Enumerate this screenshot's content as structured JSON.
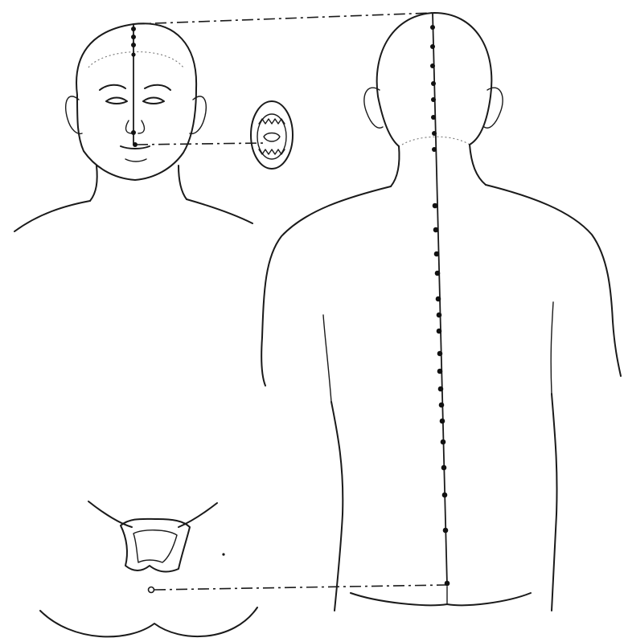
{
  "figure": {
    "subject": "",
    "views": [
      "front-head",
      "open-mouth-inset",
      "back-torso",
      "perineum-inset"
    ]
  },
  "colors": {
    "ink": "#1a1a1a",
    "background": "#ffffff"
  },
  "meridian": {
    "back_point_count": 24,
    "head_point_count": 5
  }
}
